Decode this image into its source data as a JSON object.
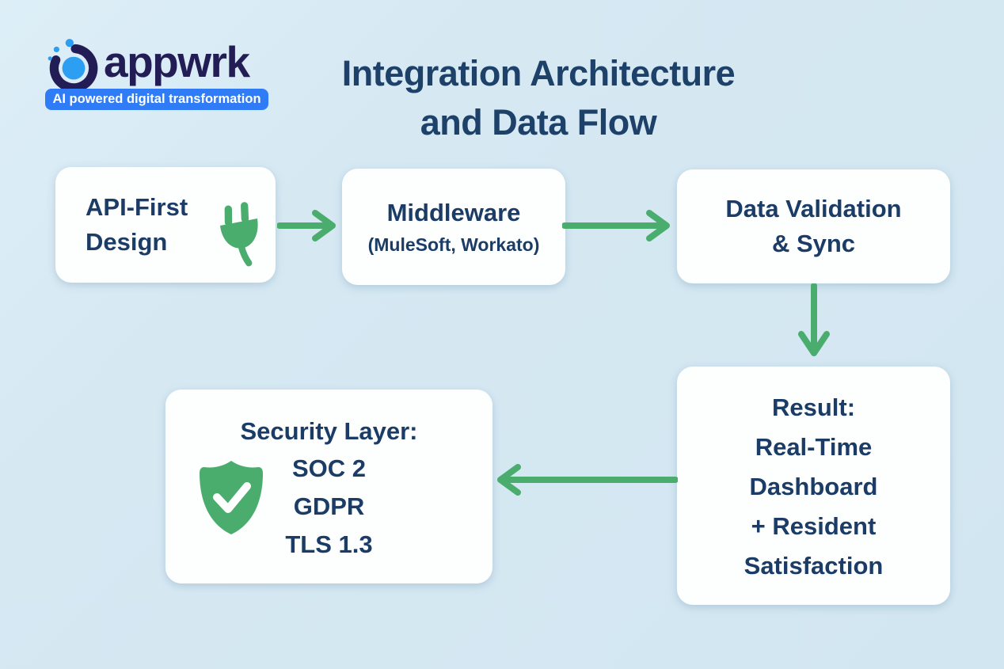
{
  "colors": {
    "background": "#d6e9f3",
    "box_bg": "#fdfefe",
    "navy": "#1b3c66",
    "title_navy": "#1d4168",
    "green": "#4bad6d",
    "logo_navy": "#221d55",
    "logo_blue": "#2d9ff2",
    "pill_blue": "#2f7cf6"
  },
  "logo": {
    "brand": "appwrk",
    "tagline": "AI powered digital transformation",
    "icon": "appwrk-ring-icon"
  },
  "title": {
    "line1": "Integration Architecture",
    "line2": "and Data Flow"
  },
  "nodes": {
    "api": {
      "line1": "API-First",
      "line2": "Design",
      "icon": "plug-icon"
    },
    "middleware": {
      "line1": "Middleware",
      "line2": "(MuleSoft, Workato)"
    },
    "validation": {
      "line1": "Data Validation",
      "line2": "& Sync"
    },
    "result": {
      "lines": [
        "Result:",
        "Real-Time",
        "Dashboard",
        "+ Resident",
        "Satisfaction"
      ]
    },
    "security": {
      "title": "Security Layer:",
      "items": [
        "SOC 2",
        "GDPR",
        "TLS 1.3"
      ],
      "icon": "shield-check-icon"
    }
  },
  "flow": {
    "arrows": [
      {
        "from": "api",
        "to": "middleware",
        "direction": "right"
      },
      {
        "from": "middleware",
        "to": "validation",
        "direction": "right"
      },
      {
        "from": "validation",
        "to": "result",
        "direction": "down"
      },
      {
        "from": "result",
        "to": "security",
        "direction": "left"
      }
    ]
  }
}
